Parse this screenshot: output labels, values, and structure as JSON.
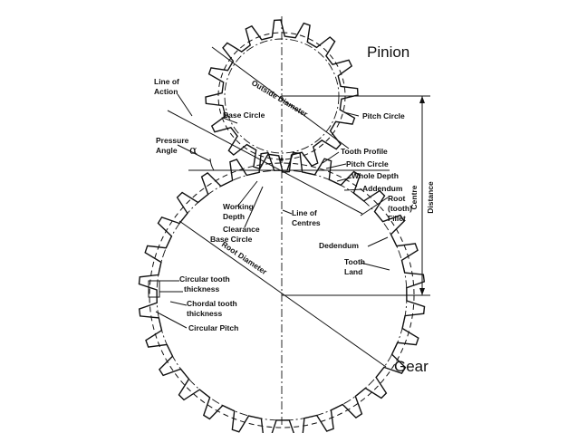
{
  "labels": {
    "pinion": "Pinion",
    "gear": "Gear",
    "line_of_action_1": "Line of",
    "line_of_action_2": "Action",
    "outside_diameter": "Outside Diameter",
    "base_circle_top": "Base Circle",
    "pitch_circle_top": "Pitch Circle",
    "pressure_angle_1": "Pressure",
    "pressure_angle_2": "Angle",
    "alpha": "α",
    "tooth_profile": "Tooth Profile",
    "pitch_circle_mid": "Pitch Circle",
    "whole_depth": "Whole Depth",
    "addendum": "Addendum",
    "root_tooth_fillet_1": "Root",
    "root_tooth_fillet_2": "(tooth)",
    "root_tooth_fillet_3": "Fillet",
    "working_depth_1": "Working",
    "working_depth_2": "Depth",
    "clearance": "Clearance",
    "base_circle_gear": "Base Circle",
    "line_of_centres_1": "Line of",
    "line_of_centres_2": "Centres",
    "dedendum": "Dedendum",
    "root_diameter": "Root Diameter",
    "tooth_land_1": "Tooth",
    "tooth_land_2": "Land",
    "centre_distance_1": "Centre",
    "centre_distance_2": "Distance",
    "circular_tooth_thickness_1": "Circular tooth",
    "circular_tooth_thickness_2": "thickness",
    "chordal_tooth_thickness_1": "Chordal tooth",
    "chordal_tooth_thickness_2": "thickness",
    "circular_pitch": "Circular Pitch"
  },
  "gears": {
    "pinion": {
      "teeth": 16
    },
    "gear": {
      "teeth": 28
    }
  }
}
